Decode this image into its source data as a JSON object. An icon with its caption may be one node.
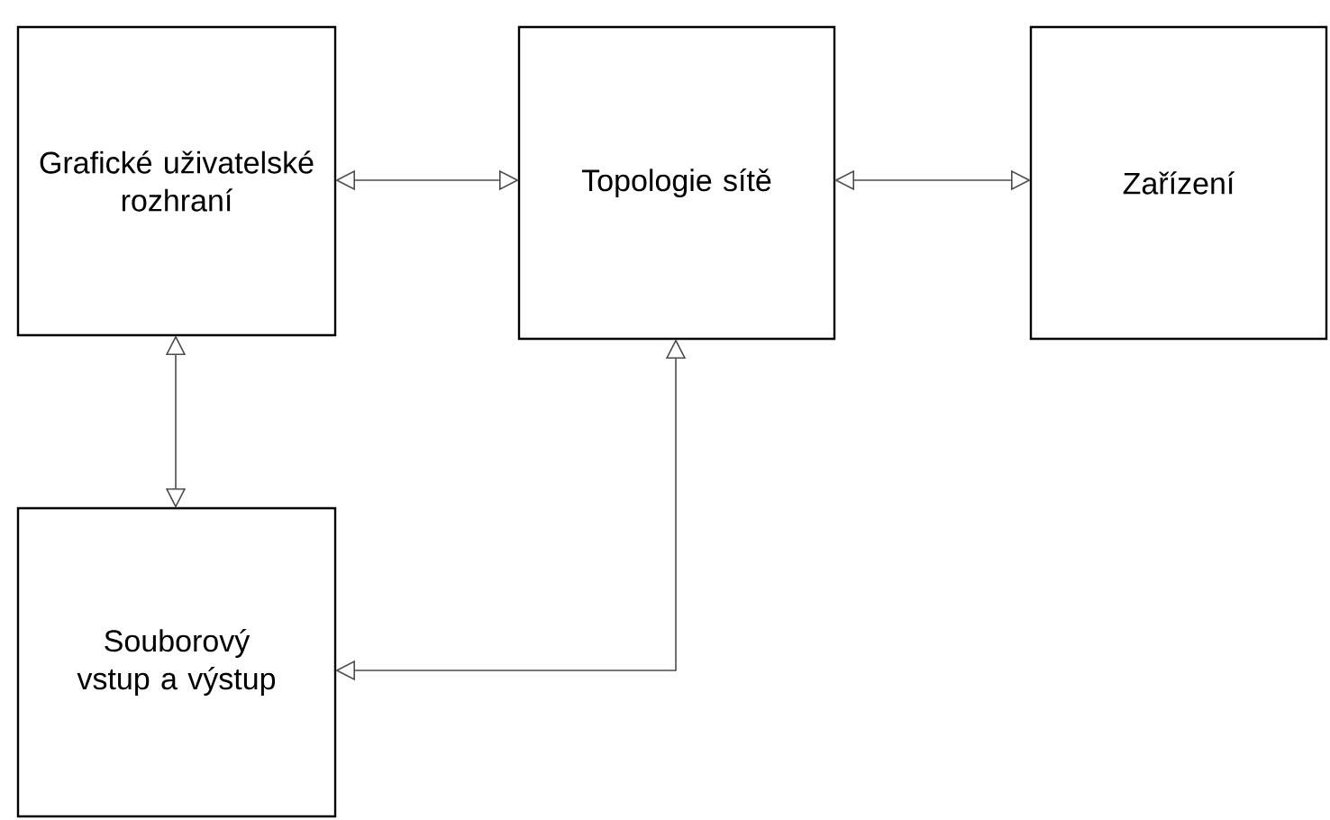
{
  "diagram": {
    "nodes": [
      {
        "text": [
          "Grafické uživatelské rozhraní"
        ]
      },
      {
        "text": [
          "Topologie sítě"
        ]
      },
      {
        "text": [
          "Zařízení"
        ]
      },
      {
        "text": [
          "Souborový vstup a výstup"
        ]
      }
    ],
    "edges": [
      {
        "from": 0,
        "to": 1,
        "arrow": "both"
      },
      {
        "from": 1,
        "to": 2,
        "arrow": "both"
      },
      {
        "from": 0,
        "to": 3,
        "arrow": "both"
      },
      {
        "from": 3,
        "to": 1,
        "arrow": "both"
      }
    ]
  }
}
